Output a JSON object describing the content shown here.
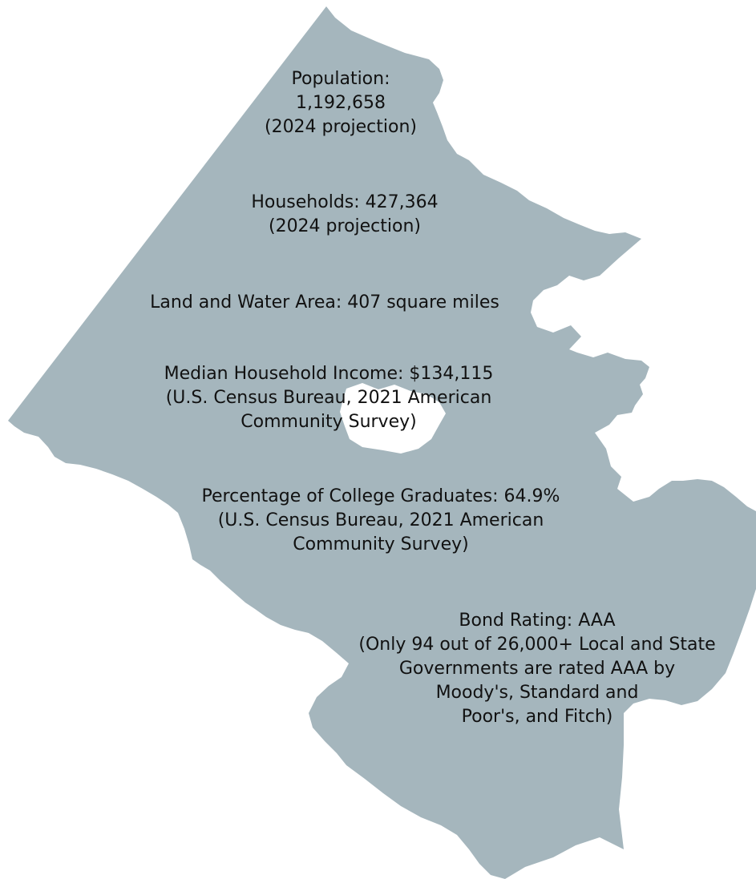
{
  "colors": {
    "land": "#a5b6bd",
    "text": "#111111",
    "background": "#ffffff"
  },
  "labels": {
    "population": [
      "Population:",
      "1,192,658",
      "(2024 projection)"
    ],
    "households": [
      "Households: 427,364",
      "(2024 projection)"
    ],
    "area": [
      "Land and Water Area: 407 square miles"
    ],
    "income": [
      "Median Household Income: $134,115",
      "(U.S. Census Bureau, 2021 American",
      "Community Survey)"
    ],
    "college": [
      "Percentage of College Graduates: 64.9%",
      "(U.S. Census Bureau, 2021 American",
      "Community Survey)"
    ],
    "bond": [
      "Bond Rating: AAA",
      "(Only 94 out of 26,000+ Local and State",
      "Governments are rated AAA by",
      "Moody's, Standard and",
      "Poor's, and Fitch)"
    ]
  }
}
